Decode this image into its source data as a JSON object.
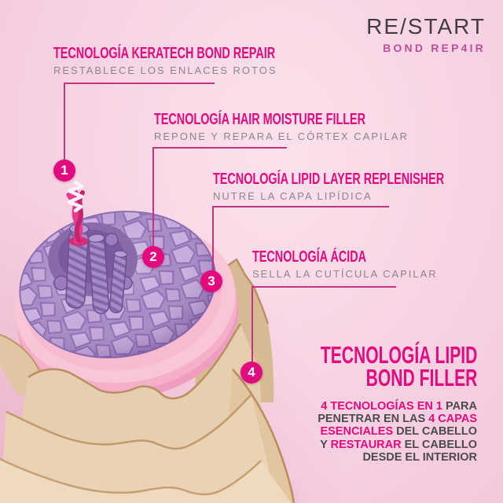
{
  "brand": {
    "name": "RE/START",
    "tagline": "BOND REP4IR"
  },
  "callouts": [
    {
      "number": "1",
      "title": "TECNOLOGÍA KERATECH BOND REPAIR",
      "subtitle": "RESTABLECE LOS ENLACES ROTOS"
    },
    {
      "number": "2",
      "title": "TECNOLOGÍA HAIR MOISTURE FILLER",
      "subtitle": "REPONE Y REPARA EL CÓRTEX CAPILAR"
    },
    {
      "number": "3",
      "title": "TECNOLOGÍA LIPID LAYER REPLENISHER",
      "subtitle": "NUTRE LA CAPA LIPÍDICA"
    },
    {
      "number": "4",
      "title": "TECNOLOGÍA ÁCIDA",
      "subtitle": "SELLA LA CUTÍCULA CAPILAR"
    }
  ],
  "footer": {
    "heading_line1": "TECNOLOGÍA LIPID",
    "heading_line2": "BOND FILLER",
    "lines": [
      {
        "segments": [
          {
            "text": "4 TECNOLOGÍAS EN 1 ",
            "em": true
          },
          {
            "text": "PARA",
            "em": false
          }
        ]
      },
      {
        "segments": [
          {
            "text": "PENETRAR EN LAS ",
            "em": false
          },
          {
            "text": "4 CAPAS",
            "em": true
          }
        ]
      },
      {
        "segments": [
          {
            "text": "ESENCIALES ",
            "em": true
          },
          {
            "text": "DEL CABELLO",
            "em": false
          }
        ]
      },
      {
        "segments": [
          {
            "text": "Y ",
            "em": false
          },
          {
            "text": "RESTAURAR",
            "em": true
          },
          {
            "text": " EL CABELLO",
            "em": false
          }
        ]
      },
      {
        "segments": [
          {
            "text": "DESDE EL INTERIOR",
            "em": false
          }
        ]
      }
    ]
  },
  "colors": {
    "accent_magenta": "#e20a7e",
    "brand_pink": "#bd4f9e",
    "logo_dark": "#413d41",
    "subtitle_gray": "#8d8391",
    "body_dark": "#4c4a51",
    "callout_line": "#c03582",
    "background_center": "#fbe2ec",
    "background_edge": "#f2c6d9",
    "lipid_disc_pink": "#f9c6d8",
    "cortex_purple": "#c6acdd",
    "cuticle_cream": "#e6cfae"
  }
}
